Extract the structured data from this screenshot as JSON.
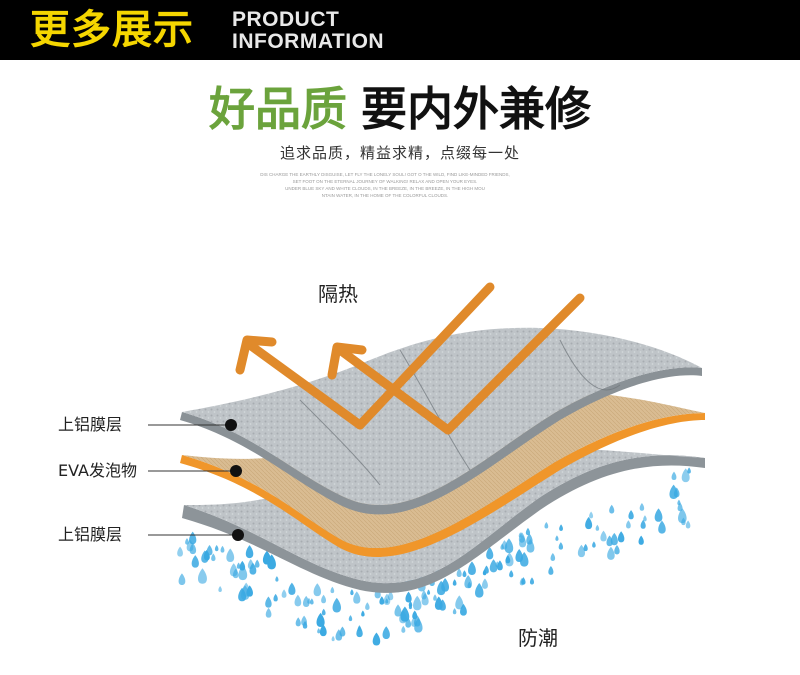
{
  "header": {
    "title_cn": "更多展示",
    "title_en_line1": "PRODUCT",
    "title_en_line2": "INFORMATION",
    "title_color": "#f5d600"
  },
  "headline": {
    "part1": "好品质",
    "part2": "要内外兼修",
    "part1_color": "#6ba33c"
  },
  "subtitle": "追求品质，精益求精，点缀每一处",
  "english_text": [
    "DIS CHARGE THE EARTHLY DISGUISE, LET FLY THE LONELY SOUL! GOT O THE WILD, FIND LIKE-MINDED FRIENDS,",
    "SET FOOT ON THE ETERNAL JOURNEY OF WALKING! RELAX AND OPEN YOUR EYES.",
    "UNDER BLUE SKY AND WHITE CLOUDS, IN THE BREEZE, IN THE BREEZE, IN THE HIGH MOU",
    "NTAIN WATER, IN THE HOME OF THE COLORFUL CLOUDS."
  ],
  "diagram": {
    "top_label": "隔热",
    "bottom_label": "防潮",
    "layers": [
      {
        "name": "上铝膜层"
      },
      {
        "name": "EVA发泡物"
      },
      {
        "name": "上铝膜层"
      }
    ],
    "colors": {
      "arrow": "#e08a2b",
      "foil": "#b9bec3",
      "eva": "#d8b88c",
      "eva_edge": "#f0962a",
      "water": "#3aa9e2"
    }
  }
}
